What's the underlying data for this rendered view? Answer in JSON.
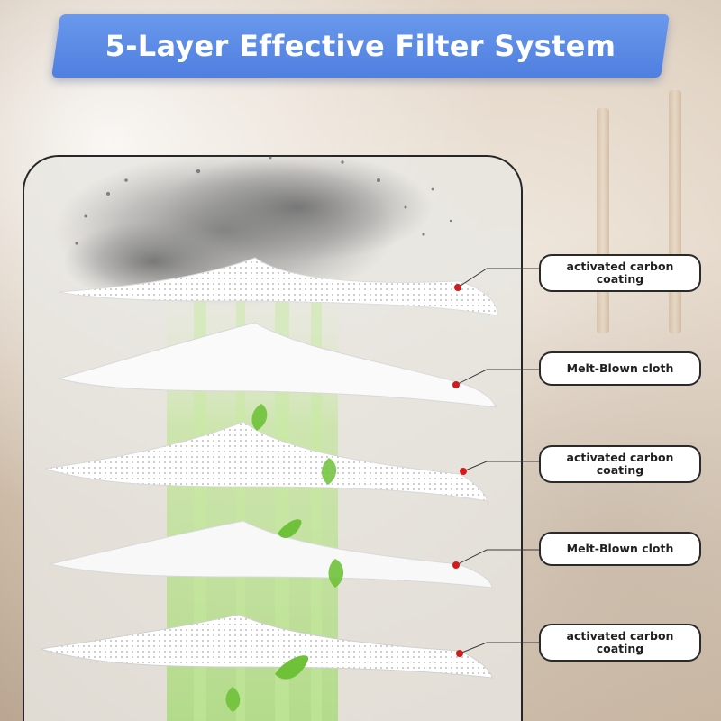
{
  "title": "5-Layer Effective Filter System",
  "layers": [
    {
      "label": "activated carbon\ncoating"
    },
    {
      "label": "Melt-Blown cloth"
    },
    {
      "label": "activated carbon\ncoating"
    },
    {
      "label": "Melt-Blown cloth"
    },
    {
      "label": "activated carbon\ncoating"
    }
  ],
  "colors": {
    "banner": "#5a88e6",
    "marker": "#d01c1c",
    "leaf": "#6fc13a"
  }
}
